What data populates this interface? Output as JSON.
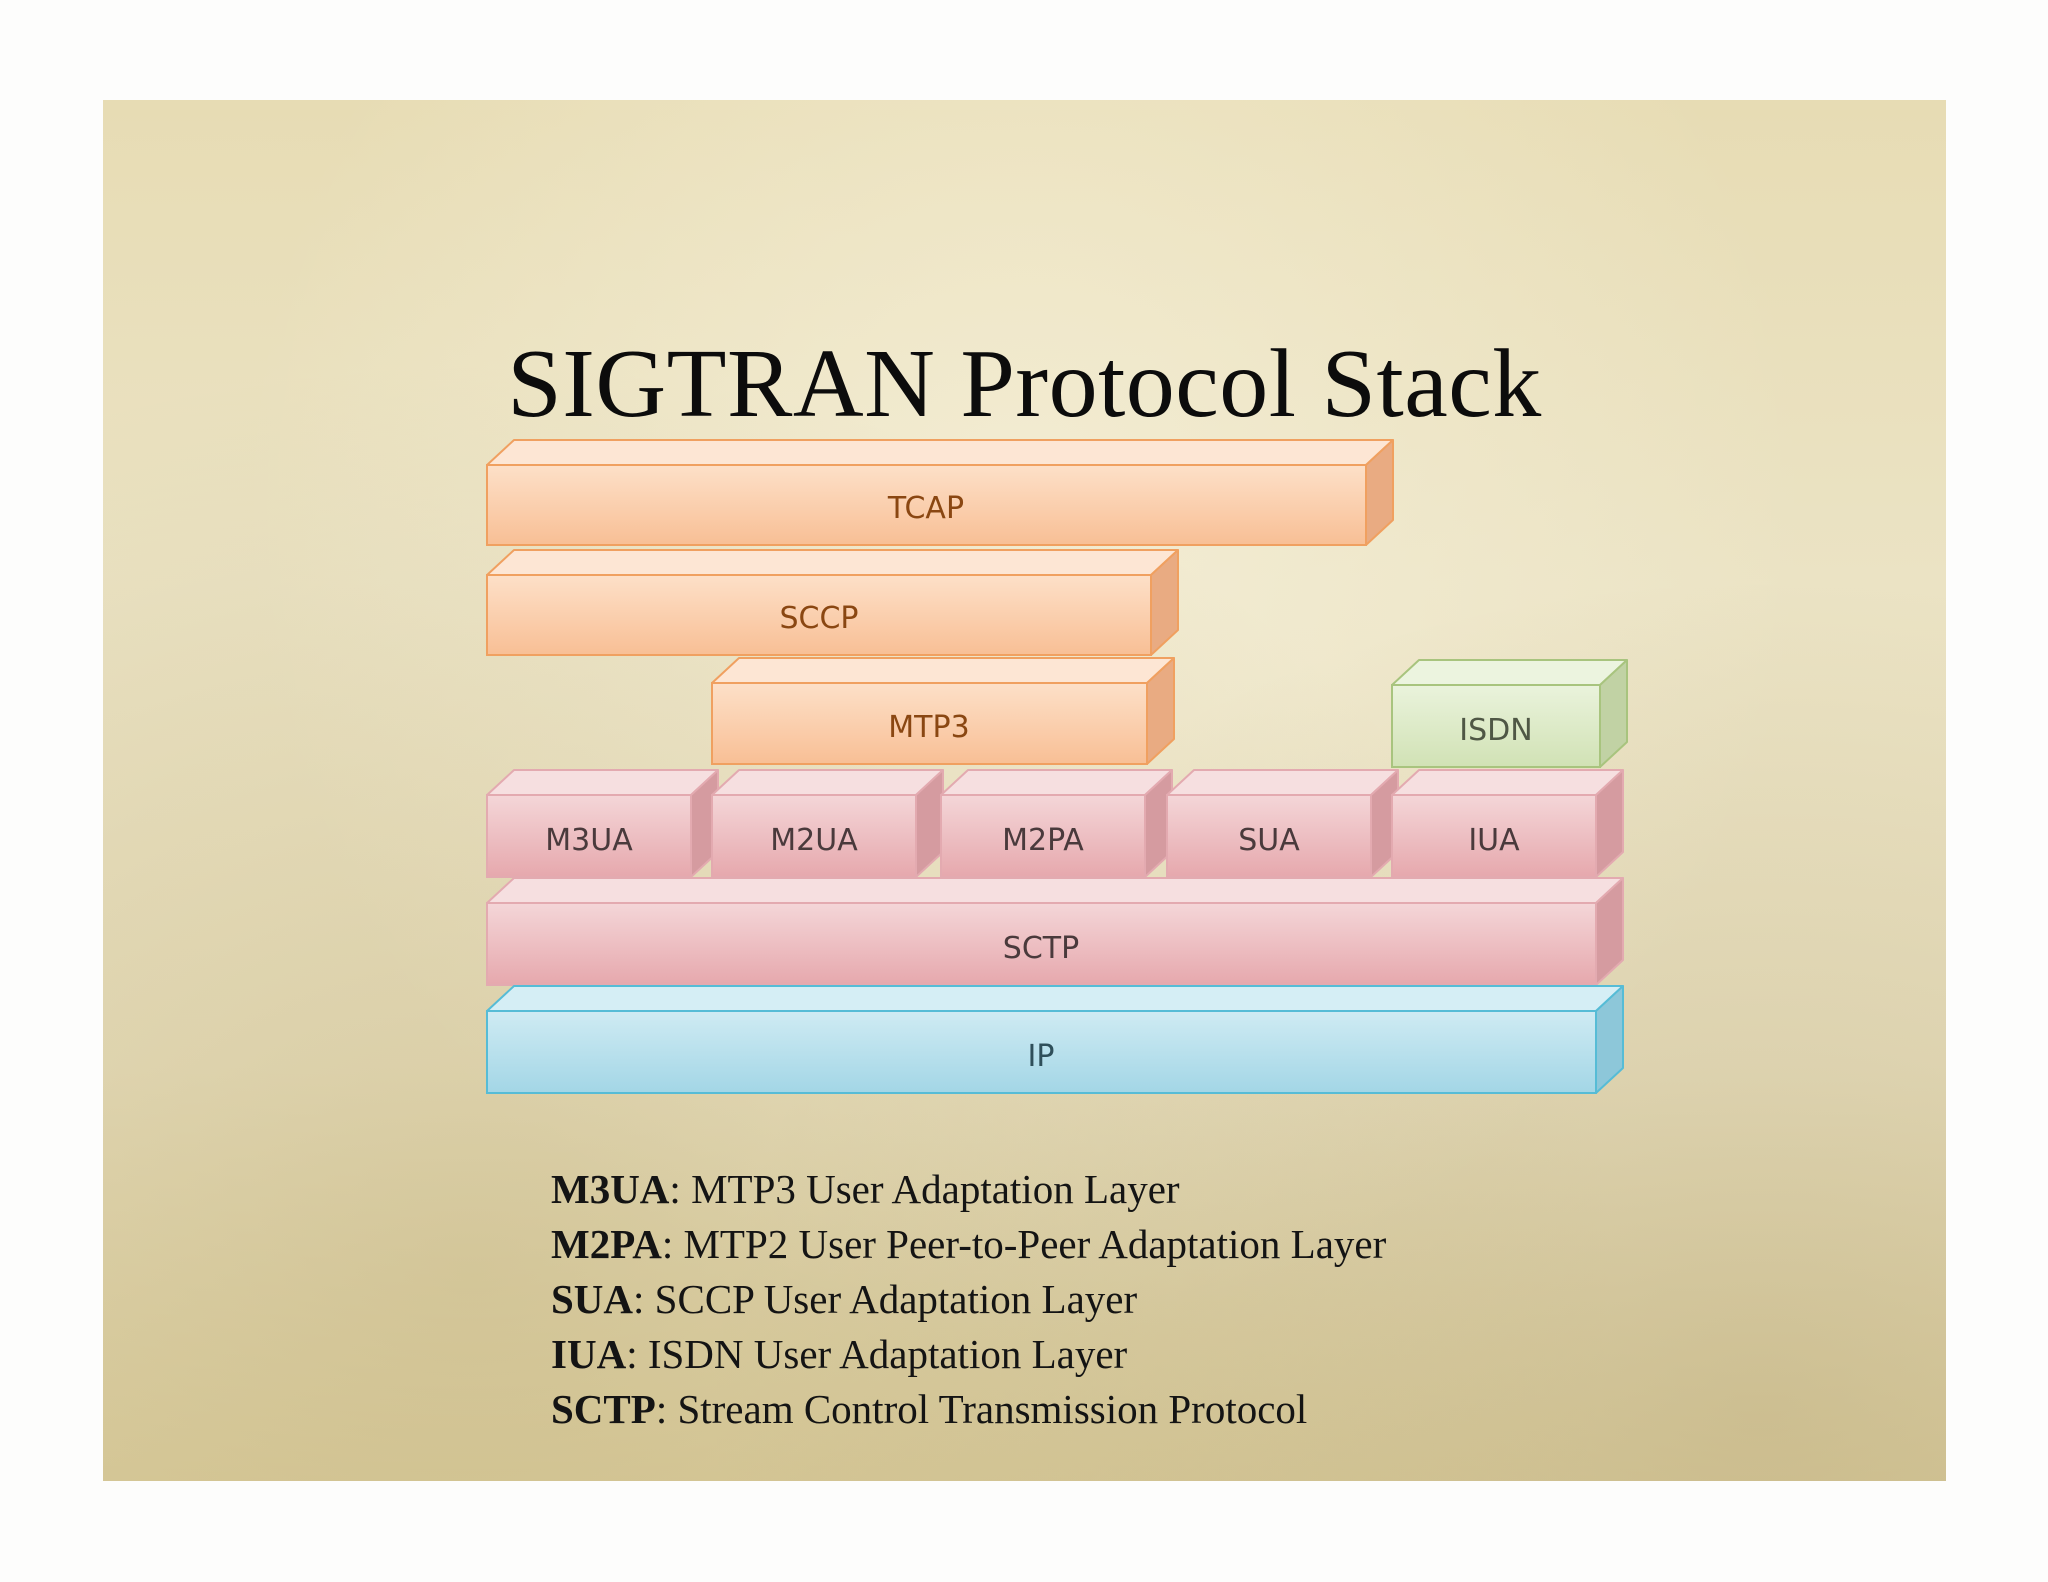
{
  "slide": {
    "title": "SIGTRAN Protocol Stack"
  },
  "stack": {
    "blocks": [
      {
        "id": "tcap",
        "label": "TCAP",
        "color": "orange"
      },
      {
        "id": "sccp",
        "label": "SCCP",
        "color": "orange"
      },
      {
        "id": "mtp3",
        "label": "MTP3",
        "color": "orange"
      },
      {
        "id": "isdn",
        "label": "ISDN",
        "color": "green"
      },
      {
        "id": "m3ua",
        "label": "M3UA",
        "color": "pink"
      },
      {
        "id": "m2ua",
        "label": "M2UA",
        "color": "pink"
      },
      {
        "id": "m2pa",
        "label": "M2PA",
        "color": "pink"
      },
      {
        "id": "sua",
        "label": "SUA",
        "color": "pink"
      },
      {
        "id": "iua",
        "label": "IUA",
        "color": "pink"
      },
      {
        "id": "sctp",
        "label": "SCTP",
        "color": "pink"
      },
      {
        "id": "ip",
        "label": "IP",
        "color": "blue"
      }
    ],
    "palette": {
      "orange": {
        "front": "#fbd3b4",
        "front2": "#f8bf95",
        "top": "#fde6d4",
        "side": "#e9ab82",
        "stroke": "#f0a060",
        "text": "#8a4712"
      },
      "pink": {
        "front": "#f1c9cb",
        "front2": "#e6a8ad",
        "top": "#f6dfe0",
        "side": "#d59ba0",
        "stroke": "#e3aab0",
        "text": "#4a3a3c"
      },
      "green": {
        "front": "#e2eecf",
        "front2": "#d1e2b5",
        "top": "#ecf4df",
        "side": "#c1d2a4",
        "stroke": "#a8c47e",
        "text": "#4f5745"
      },
      "blue": {
        "front": "#bfe3ee",
        "front2": "#a3d6e6",
        "top": "#d5eef5",
        "side": "#8dc7d9",
        "stroke": "#56bcd6",
        "text": "#2f4f5a"
      }
    }
  },
  "legend": [
    {
      "term": "M3UA",
      "definition": ": MTP3 User Adaptation Layer"
    },
    {
      "term": "M2PA",
      "definition": ": MTP2 User Peer-to-Peer Adaptation Layer"
    },
    {
      "term": "SUA",
      "definition": ": SCCP User Adaptation Layer"
    },
    {
      "term": "IUA",
      "definition": ": ISDN User Adaptation Layer"
    },
    {
      "term": "SCTP",
      "definition": ": Stream Control Transmission Protocol"
    }
  ]
}
